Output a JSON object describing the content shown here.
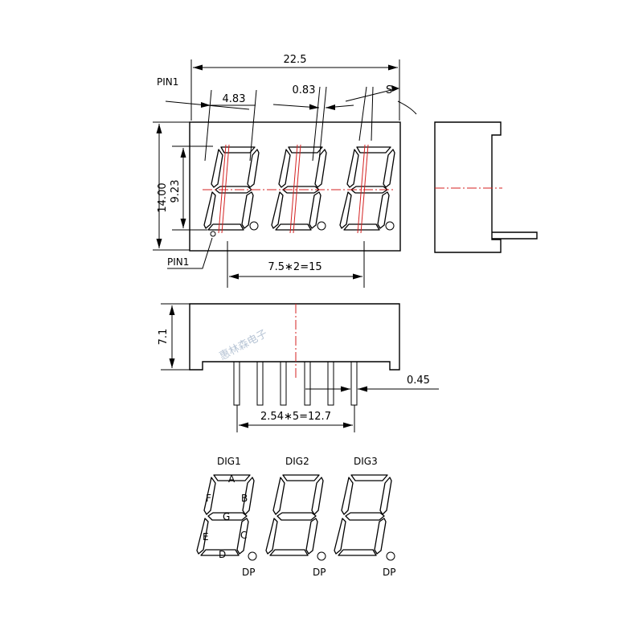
{
  "dimensions": {
    "total_width": "22.5",
    "digit_width": "4.83",
    "segment_width": "0.83",
    "angle": "S",
    "height": "14.00",
    "digit_height": "9.23",
    "digit_pitch": "7.5∗2=15",
    "thickness": "7.1",
    "pin_width": "0.45",
    "pin_pitch": "2.54∗5=12.7"
  },
  "labels": {
    "pin1_top": "PIN1",
    "pin1_bottom": "PIN1",
    "watermark": "惠林森电子"
  },
  "digits": [
    "DIG1",
    "DIG2",
    "DIG3"
  ],
  "segments": {
    "a": "A",
    "b": "B",
    "c": "C",
    "d": "D",
    "e": "E",
    "f": "F",
    "g": "G",
    "dp": "DP"
  }
}
